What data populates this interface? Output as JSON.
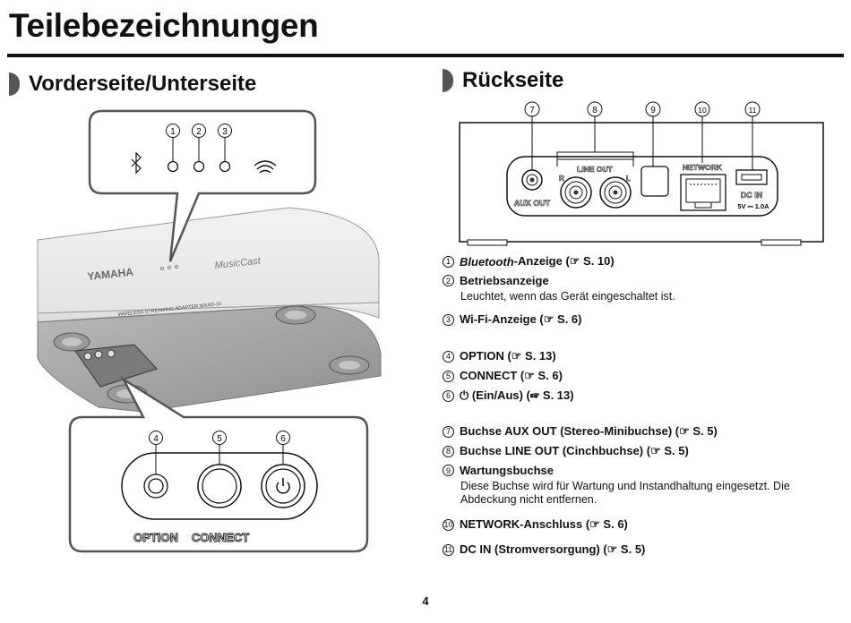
{
  "header": {
    "title": "Teilebezeichnungen"
  },
  "sections": {
    "front": {
      "heading": "Vorderseite/Unterseite"
    },
    "rear": {
      "heading": "Rückseite"
    }
  },
  "front_diagram": {
    "callouts": [
      "1",
      "2",
      "3",
      "4",
      "5",
      "6"
    ],
    "device_brand": "YAMAHA",
    "device_logo": "MusicCast",
    "device_model": "WIRELESS STREAMING ADAPTER WXAD-10",
    "button_labels": {
      "option": "OPTION",
      "connect": "CONNECT"
    },
    "icons": [
      "bluetooth-icon",
      "wifi-icon",
      "power-icon"
    ]
  },
  "rear_diagram": {
    "callouts": [
      "7",
      "8",
      "9",
      "10",
      "11"
    ],
    "aux_out": "AUX OUT",
    "line_out": "LINE OUT",
    "line_r": "R",
    "line_l": "L",
    "network": "NETWORK",
    "dc_in": "DC IN",
    "dc_rating": "5V ⎓ 1.0A"
  },
  "parts": [
    {
      "num": "1",
      "name_italic": "Bluetooth",
      "name": "-Anzeige (☞ S. 10)",
      "desc": ""
    },
    {
      "num": "2",
      "name_italic": "",
      "name": "Betriebsanzeige",
      "desc": "Leuchtet, wenn das Gerät eingeschaltet ist."
    },
    {
      "num": "3",
      "name_italic": "",
      "name": "Wi-Fi-Anzeige (☞ S. 6)",
      "desc": ""
    },
    {
      "num": "4",
      "name_italic": "",
      "name": "OPTION (☞ S. 13)",
      "desc": ""
    },
    {
      "num": "5",
      "name_italic": "",
      "name": "CONNECT (☞ S. 6)",
      "desc": ""
    },
    {
      "num": "6",
      "name_italic": "",
      "name": "⏻ (Ein/Aus) (☞ S. 13)",
      "desc": ""
    },
    {
      "num": "7",
      "name_italic": "",
      "name": "Buchse AUX OUT (Stereo-Minibuchse) (☞ S. 5)",
      "desc": ""
    },
    {
      "num": "8",
      "name_italic": "",
      "name": "Buchse LINE OUT (Cinchbuchse) (☞ S. 5)",
      "desc": ""
    },
    {
      "num": "9",
      "name_italic": "",
      "name": "Wartungsbuchse",
      "desc": "Diese Buchse wird für Wartung und Instandhaltung eingesetzt. Die Abdeckung nicht entfernen."
    },
    {
      "num": "10",
      "name_italic": "",
      "name": "NETWORK-Anschluss (☞ S. 6)",
      "desc": ""
    },
    {
      "num": "11",
      "name_italic": "",
      "name": "DC IN (Stromversorgung) (☞ S. 5)",
      "desc": ""
    }
  ],
  "footer": {
    "page_number": "4"
  }
}
